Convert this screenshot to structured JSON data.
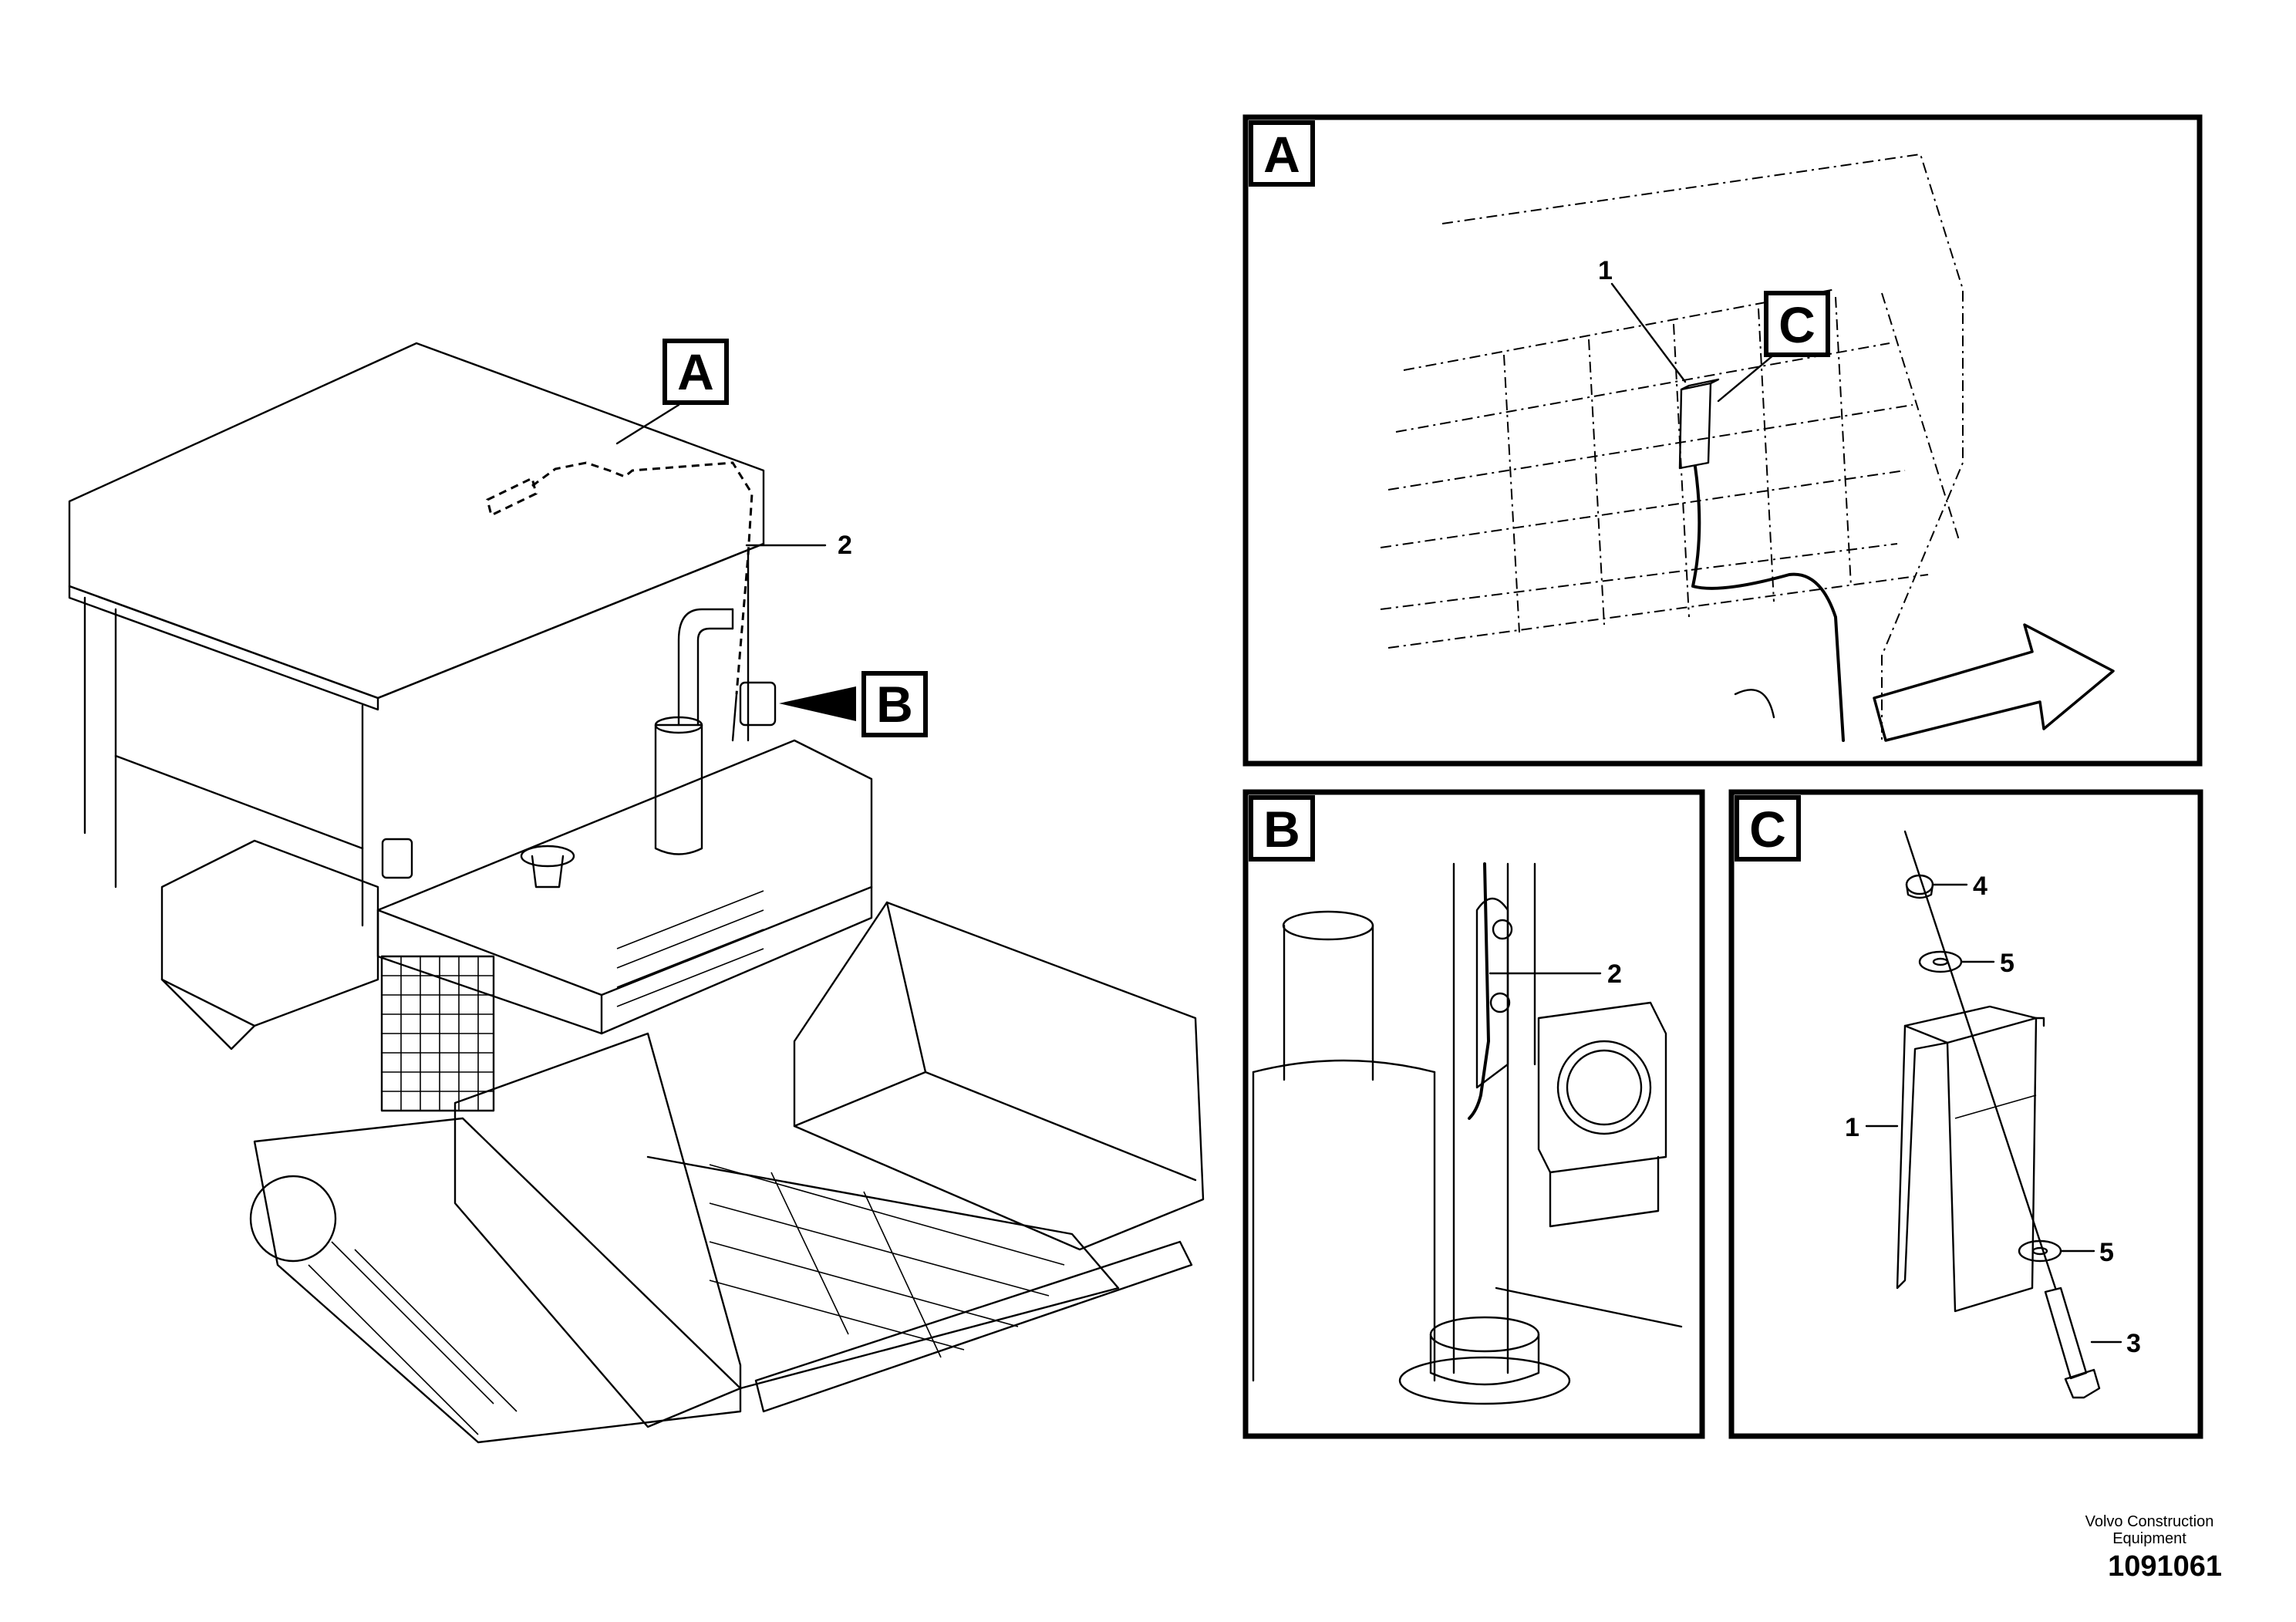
{
  "views": {
    "main": {
      "label_A": "A",
      "label_B": "B",
      "callout_2": "2"
    },
    "A": {
      "label": "A",
      "detail_label": "C",
      "callout_1": "1"
    },
    "B": {
      "label": "B",
      "callout_2": "2"
    },
    "C": {
      "label": "C",
      "callouts": [
        "4",
        "5",
        "1",
        "5",
        "3"
      ]
    }
  },
  "footer": {
    "brand_line1": "Volvo Construction",
    "brand_line2": "Equipment",
    "drawing_number": "1091061"
  }
}
